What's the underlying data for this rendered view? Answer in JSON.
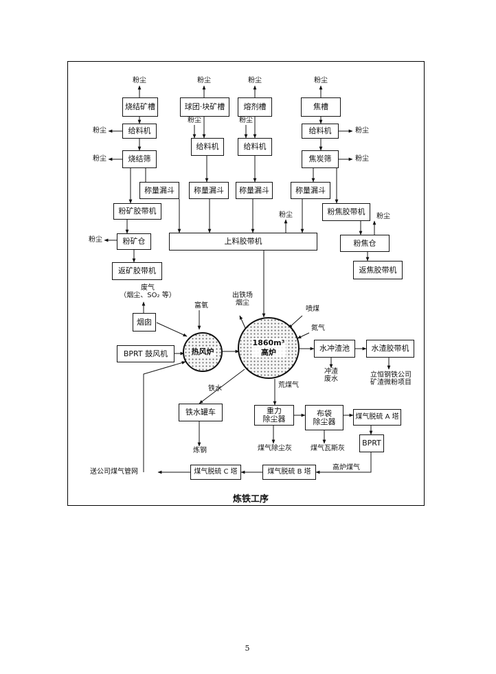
{
  "caption": "炼铁工序",
  "page_number": "5",
  "nodes": {
    "sinter_trough": "烧结矿槽",
    "pellet_trough": "球团·块矿槽",
    "flux_trough": "熔剂槽",
    "coke_trough": "焦槽",
    "feeder1": "给料机",
    "feeder2": "给料机",
    "feeder3": "给料机",
    "feeder4": "给料机",
    "sinter_screen": "烧结筛",
    "coke_screen": "焦炭筛",
    "hopper1": "称量漏斗",
    "hopper2": "称量漏斗",
    "hopper3": "称量漏斗",
    "hopper4": "称量漏斗",
    "ore_fines_belt": "粉矿胶带机",
    "coke_fines_belt": "粉焦胶带机",
    "ore_fines_bin": "粉矿仓",
    "coke_fines_bin": "粉焦仓",
    "charging_belt": "上料胶带机",
    "return_ore_belt": "返矿胶带机",
    "return_coke_belt": "返焦胶带机",
    "chimney": "烟囱",
    "blower": "BPRT 鼓风机",
    "hot_stove": "热风炉",
    "blast_furnace": "1860m³\n高炉",
    "water_quench": "水冲渣池",
    "slag_belt": "水渣胶带机",
    "hot_metal_car": "铁水罐车",
    "gravity_dc": "重力\n除尘器",
    "bag_dc": "布袋\n除尘器",
    "desulf_a": "煤气脱硫 A 塔",
    "bprt": "BPRT",
    "desulf_b": "煤气脱硫 B 塔",
    "desulf_c": "煤气脱硫 C 塔"
  },
  "labels": {
    "dust_sinter_top": "粉尘",
    "dust_pellet_top": "粉尘",
    "dust_flux_top": "粉尘",
    "dust_coke_top": "粉尘",
    "dust_feeder1": "粉尘",
    "dust_sinter_screen": "粉尘",
    "dust_feeder2": "粉尘",
    "dust_feeder3": "粉尘",
    "dust_feeder4": "粉尘",
    "dust_coke_screen": "粉尘",
    "dust_charging": "粉尘",
    "dust_ore_bin": "粉尘",
    "dust_coke_bin": "粉尘",
    "waste_gas": "废气\n（烟尘、SO₂ 等）",
    "oxygen": "富氧",
    "tapping_dust": "出铁场\n烟尘",
    "coal_injection": "喷煤",
    "nitrogen": "氮气",
    "hot_metal": "铁水",
    "crude_gas": "荒煤气",
    "quench_water": "冲渣\n废水",
    "slag_project": "立恒钢铁公司\n矿渣微粉项目",
    "steelmaking": "炼钢",
    "gas_dust_ash": "煤气除尘灰",
    "gas_ash": "煤气瓦斯灰",
    "bf_gas": "高炉煤气",
    "to_gas_network": "送公司煤气管网"
  }
}
